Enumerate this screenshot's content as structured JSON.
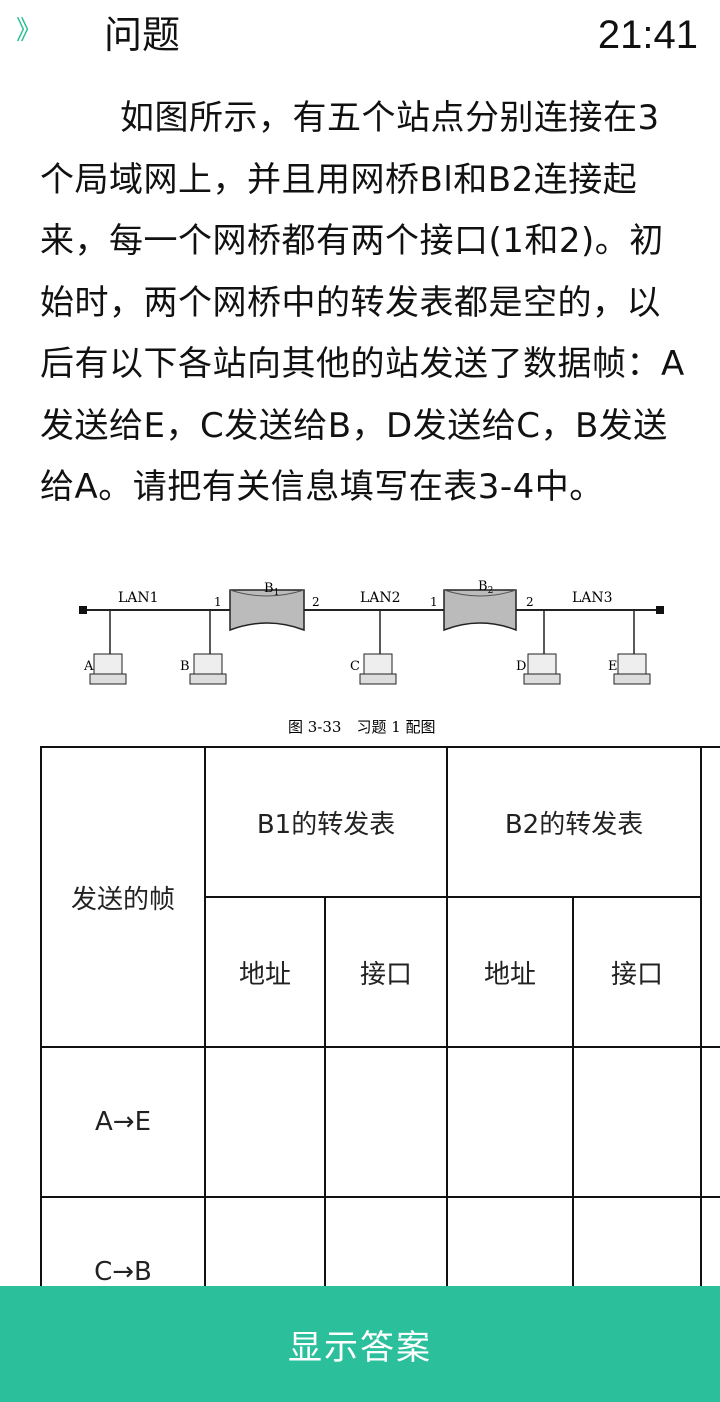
{
  "header": {
    "back_glyph": "》",
    "title": "问题",
    "time": "21:41"
  },
  "question": {
    "text": "如图所示，有五个站点分别连接在3个局域网上，并且用网桥Bl和B2连接起来，每一个网桥都有两个接口(1和2)。初始时，两个网桥中的转发表都是空的，以后有以下各站向其他的站发送了数据帧：A发送给E，C发送给B，D发送给C，B发送给A。请把有关信息填写在表3-4中。"
  },
  "figure": {
    "lans": [
      "LAN1",
      "LAN2",
      "LAN3"
    ],
    "bridges": [
      {
        "name": "B",
        "sub": "1",
        "port_left": "1",
        "port_right": "2"
      },
      {
        "name": "B",
        "sub": "2",
        "port_left": "1",
        "port_right": "2"
      }
    ],
    "stations": [
      "A",
      "B",
      "C",
      "D",
      "E"
    ],
    "caption": "图 3-33　习题 1 配图"
  },
  "table": {
    "header_frame": "发送的帧",
    "header_b1": "B1的转发表",
    "header_b2": "B2的转发表",
    "sub_address": "地址",
    "sub_port": "接口",
    "rows": [
      {
        "frame": "A→E"
      },
      {
        "frame": "C→B"
      }
    ]
  },
  "footer": {
    "button_label": "显示答案"
  },
  "colors": {
    "accent": "#2bbf9c",
    "back_icon": "#2bbf93"
  }
}
